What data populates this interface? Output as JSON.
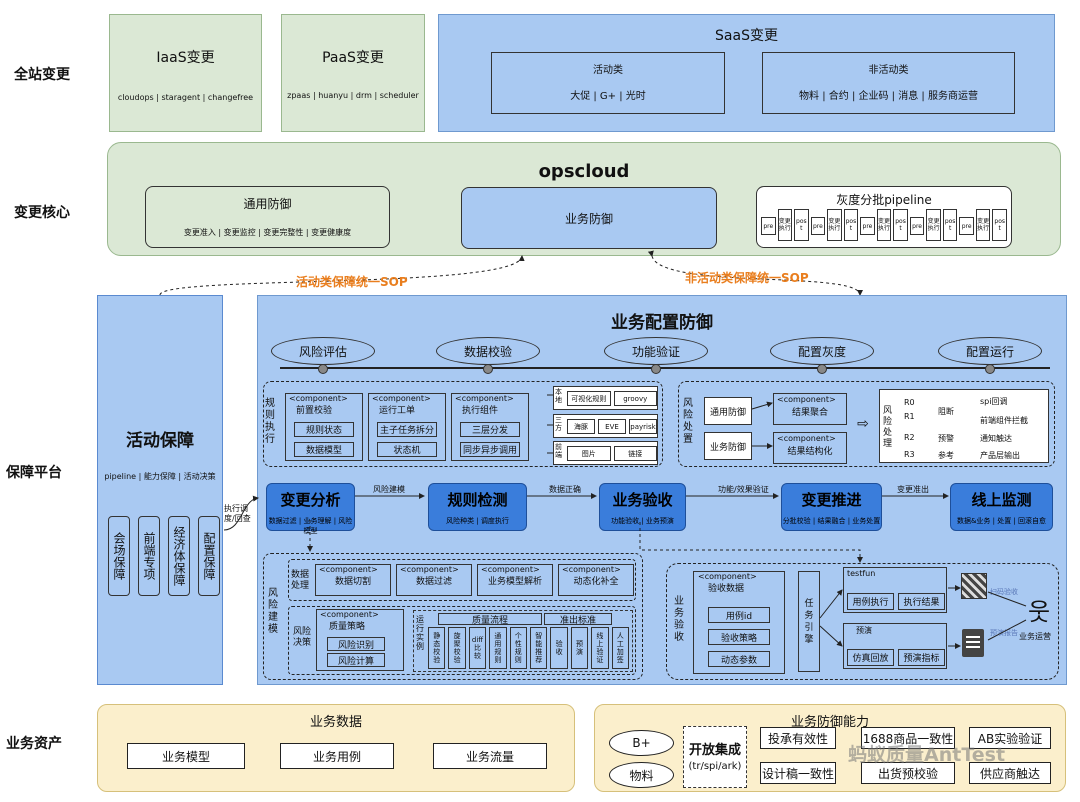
{
  "rows": {
    "r1": "全站变更",
    "r2": "变更核心",
    "r3": "保障平台",
    "r4": "业务资产"
  },
  "iaas": {
    "title": "IaaS变更",
    "sub": "cloudops | staragent | changefree"
  },
  "paas": {
    "title": "PaaS变更",
    "sub": "zpaas | huanyu | drm | scheduler"
  },
  "saas": {
    "title": "SaaS变更",
    "activity": {
      "title": "活动类",
      "sub": "大促 | G+ | 光时"
    },
    "nonactivity": {
      "title": "非活动类",
      "sub": "物料 | 合约 | 企业码 | 消息 | 服务商运营"
    }
  },
  "opscloud": {
    "title": "opscloud",
    "general": {
      "title": "通用防御",
      "sub": "变更准入 | 变更监控 | 变更完整性 | 变更健康度"
    },
    "business": "业务防御",
    "gray": {
      "title": "灰度分批pipeline",
      "steps": [
        "pre",
        "变更执行",
        "post",
        "pre",
        "变更执行",
        "post",
        "pre",
        "变更执行",
        "post",
        "pre",
        "变更执行",
        "post",
        "pre",
        "变更执行",
        "post"
      ]
    }
  },
  "sop": {
    "left": "活动类保障统一SOP",
    "right": "非活动类保障统一SOP"
  },
  "activity_guard": {
    "title": "活动保障",
    "sub": "pipeline | 能力保障 | 活动决策",
    "cols": [
      "会场保障",
      "前端专项",
      "经济体保障",
      "配置保障"
    ],
    "arrow_label": "执行调度/回查"
  },
  "config_guard": {
    "title": "业务配置防御",
    "timeline": [
      "风险评估",
      "数据校验",
      "功能验证",
      "配置灰度",
      "配置运行"
    ],
    "rules": {
      "label": "规则执行",
      "comps": [
        {
          "tag": "<component>",
          "title": "前置校验",
          "items": [
            "规则状态",
            "数据模型"
          ]
        },
        {
          "tag": "<component>",
          "title": "运行工单",
          "items": [
            "主子任务拆分",
            "状态机"
          ]
        },
        {
          "tag": "<component>",
          "title": "执行组件",
          "items": [
            "三层分发",
            "同步异步调用"
          ]
        }
      ],
      "groups": [
        {
          "label": "本地",
          "items": [
            "可视化规则",
            "groovy"
          ]
        },
        {
          "label": "三方",
          "items": [
            "海豚",
            "EVE",
            "payrisk"
          ]
        },
        {
          "label": "前端",
          "items": [
            "图片",
            "链接"
          ]
        }
      ]
    },
    "risk": {
      "label": "风险处置",
      "left": [
        "通用防御",
        "业务防御"
      ],
      "mid": [
        {
          "tag": "<component>",
          "title": "结果聚合"
        },
        {
          "tag": "<component>",
          "title": "结果结构化"
        }
      ],
      "proc_label": "风险处理",
      "levels": [
        "R0",
        "R1",
        "R2",
        "R3"
      ],
      "actions": [
        "阻断",
        "预警",
        "参考"
      ],
      "outcomes": [
        "spi回调",
        "前端组件拦截",
        "通知触达",
        "产品层输出"
      ]
    },
    "stages": [
      {
        "title": "变更分析",
        "sub": "数据过滤 | 业务理解 | 风险模型"
      },
      {
        "title": "规则检测",
        "sub": "风险种类 | 调度执行"
      },
      {
        "title": "业务验收",
        "sub": "功能验收 | 业务预演"
      },
      {
        "title": "变更推进",
        "sub": "分批校验 | 结果融合 | 业务处置"
      },
      {
        "title": "线上监测",
        "sub": "数据&业务 | 处置 | 回滚自愈"
      }
    ],
    "stage_links": [
      "风险建模",
      "数据正确",
      "功能/效果验证",
      "变更准出"
    ],
    "modeling": {
      "label": "风险建模",
      "data_label": "数据处理",
      "data_comps": [
        {
          "tag": "<component>",
          "title": "数据切割"
        },
        {
          "tag": "<component>",
          "title": "数据过滤"
        },
        {
          "tag": "<component>",
          "title": "业务模型解析"
        },
        {
          "tag": "<component>",
          "title": "动态化补全"
        }
      ],
      "decision_label": "风险决策",
      "policy": {
        "tag": "<component>",
        "title": "质量策略",
        "items": [
          "风险识别",
          "风险计算"
        ]
      },
      "run_label": "运行实例",
      "flow_titles": [
        "质量流程",
        "准出标准"
      ],
      "flow_items": [
        "静态校验",
        "旋聚校验",
        "diff比较",
        "通用规则",
        "个性规则",
        "智能推荐",
        "验收",
        "预演",
        "线上验证",
        "人工加签"
      ]
    },
    "acceptance": {
      "label": "业务验收",
      "data": {
        "tag": "<component>",
        "title": "验收数据",
        "items": [
          "用例id",
          "验收策略",
          "动态参数"
        ]
      },
      "engine": "任务引擎",
      "testfun": {
        "label": "testfun",
        "items": [
          "用例执行",
          "执行结果"
        ]
      },
      "preview": {
        "label": "预演",
        "items": [
          "仿真回放",
          "预演指标"
        ]
      },
      "user": "业务运营",
      "qr_label": "扫码验收",
      "doc_label": "预演报告"
    }
  },
  "assets": {
    "data": {
      "title": "业务数据",
      "items": [
        "业务模型",
        "业务用例",
        "业务流量"
      ]
    },
    "capability": {
      "title": "业务防御能力",
      "left": [
        "B+",
        "物料"
      ],
      "open": {
        "title": "开放集成",
        "sub": "(tr/spi/ark)"
      },
      "grid": [
        "投承有效性",
        "1688商品一致性",
        "AB实验验证",
        "设计稿一致性",
        "出货预校验",
        "供应商触达"
      ]
    },
    "watermark": "蚂蚁质量AntTest"
  }
}
